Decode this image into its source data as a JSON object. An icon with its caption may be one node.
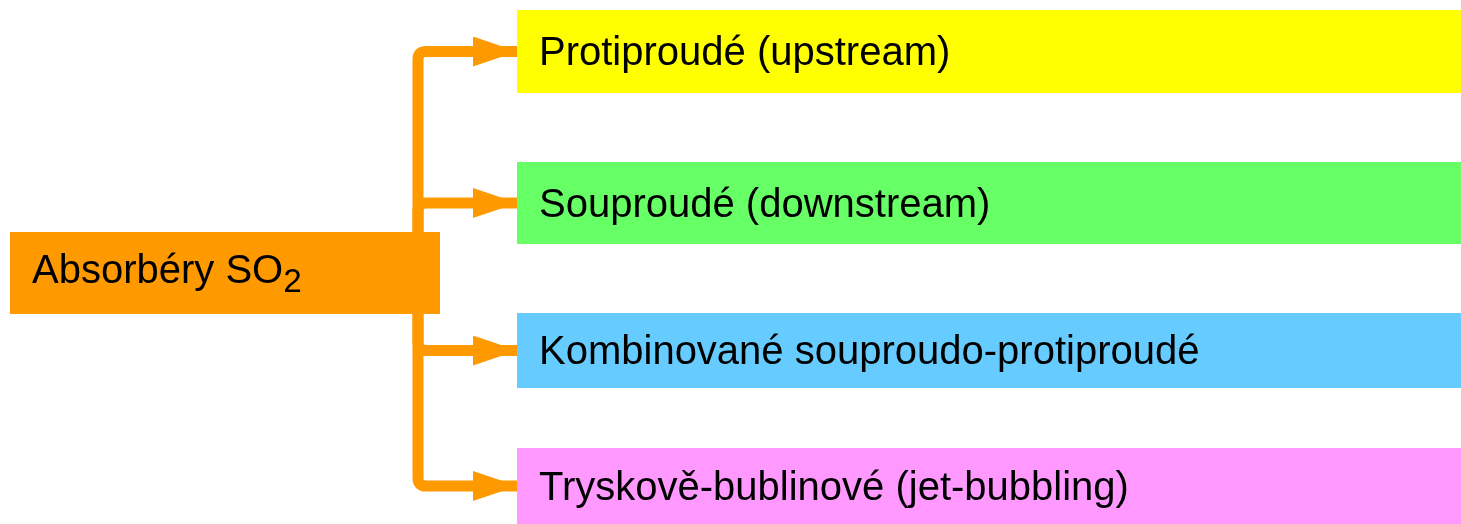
{
  "diagram": {
    "nodes": [
      {
        "text": [
          "Absorbéry SO$_{2}$"
        ]
      },
      {
        "text": [
          "Protiproudé (upstream)"
        ]
      },
      {
        "text": [
          "Souproudé (downstream)"
        ]
      },
      {
        "text": [
          "Kombinované souproudo-protiproudé"
        ]
      },
      {
        "text": [
          "Tryskově-bublinové (jet-bubbling)"
        ]
      }
    ],
    "edges": [
      {
        "from": 0,
        "to": 1,
        "arrow": "to"
      },
      {
        "from": 0,
        "to": 2,
        "arrow": "to"
      },
      {
        "from": 0,
        "to": 3,
        "arrow": "to"
      },
      {
        "from": 0,
        "to": 4,
        "arrow": "to"
      }
    ]
  }
}
